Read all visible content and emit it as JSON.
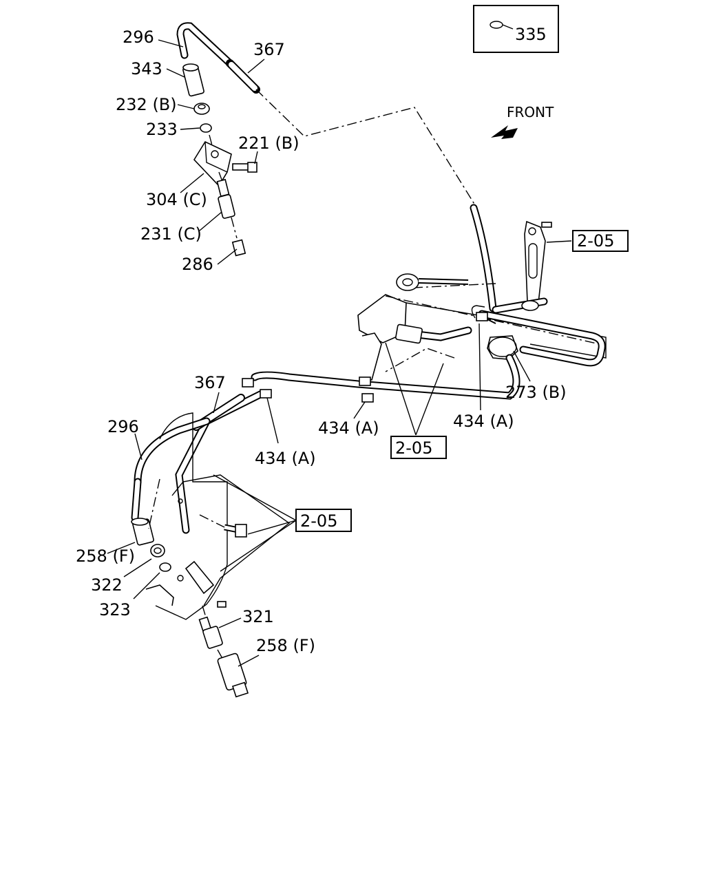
{
  "legend": {
    "label": "335"
  },
  "front": {
    "label": "FRONT"
  },
  "callouts": [
    "296",
    "343",
    "232 (B)",
    "233",
    "367",
    "221 (B)",
    "304 (C)",
    "231 (C)",
    "286",
    "273 (B)",
    "434 (A)",
    "434 (A)",
    "367",
    "296",
    "434 (A)",
    "258 (F)",
    "322",
    "323",
    "321",
    "258 (F)"
  ],
  "refs": [
    "2-05",
    "2-05",
    "2-05"
  ]
}
